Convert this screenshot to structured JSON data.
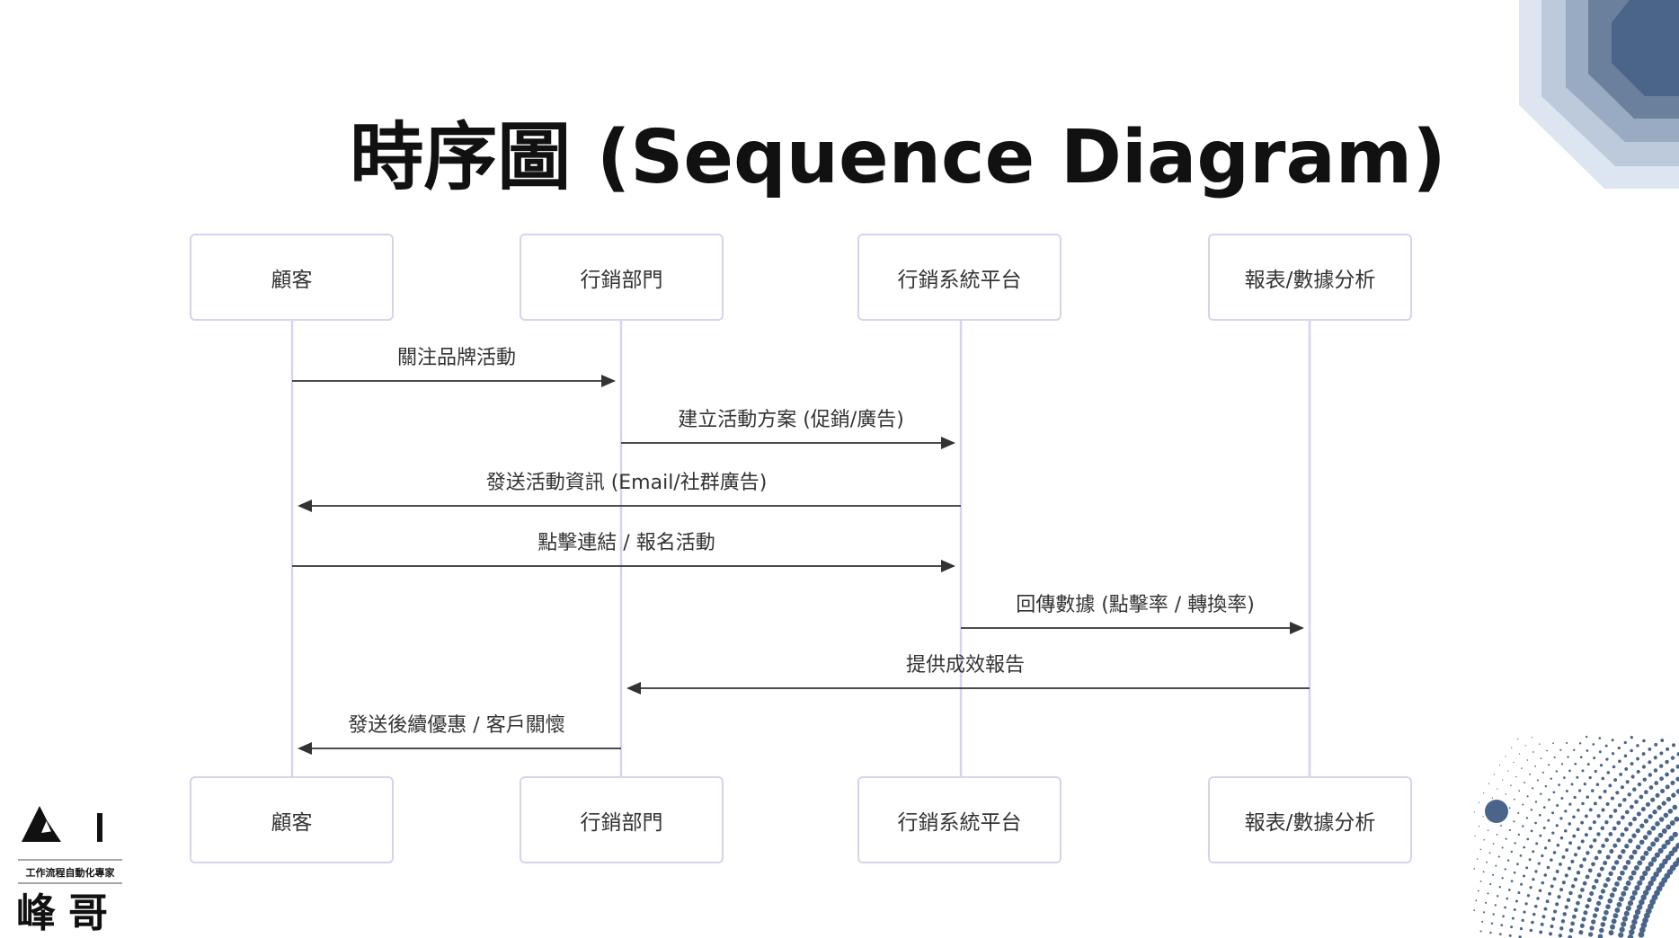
{
  "title": "時序圖 (Sequence Diagram)",
  "participants": [
    "顧客",
    "行銷部門",
    "行銷系統平台",
    "報表/數據分析"
  ],
  "messages": [
    {
      "from": 0,
      "to": 1,
      "label": "關注品牌活動"
    },
    {
      "from": 1,
      "to": 2,
      "label": "建立活動方案 (促銷/廣告)"
    },
    {
      "from": 2,
      "to": 0,
      "label": "發送活動資訊 (Email/社群廣告)"
    },
    {
      "from": 0,
      "to": 2,
      "label": "點擊連結 / 報名活動"
    },
    {
      "from": 2,
      "to": 3,
      "label": "回傳數據 (點擊率 / 轉換率)"
    },
    {
      "from": 3,
      "to": 1,
      "label": "提供成效報告"
    },
    {
      "from": 1,
      "to": 0,
      "label": "發送後續優惠 / 客戶關懷"
    }
  ],
  "logo": {
    "mark": "AI",
    "tagline": "工作流程自動化專家",
    "name": "峰哥"
  },
  "colors": {
    "lifeline": "#d6d3ee",
    "arrow": "#333333",
    "accent": "#4a6589"
  }
}
